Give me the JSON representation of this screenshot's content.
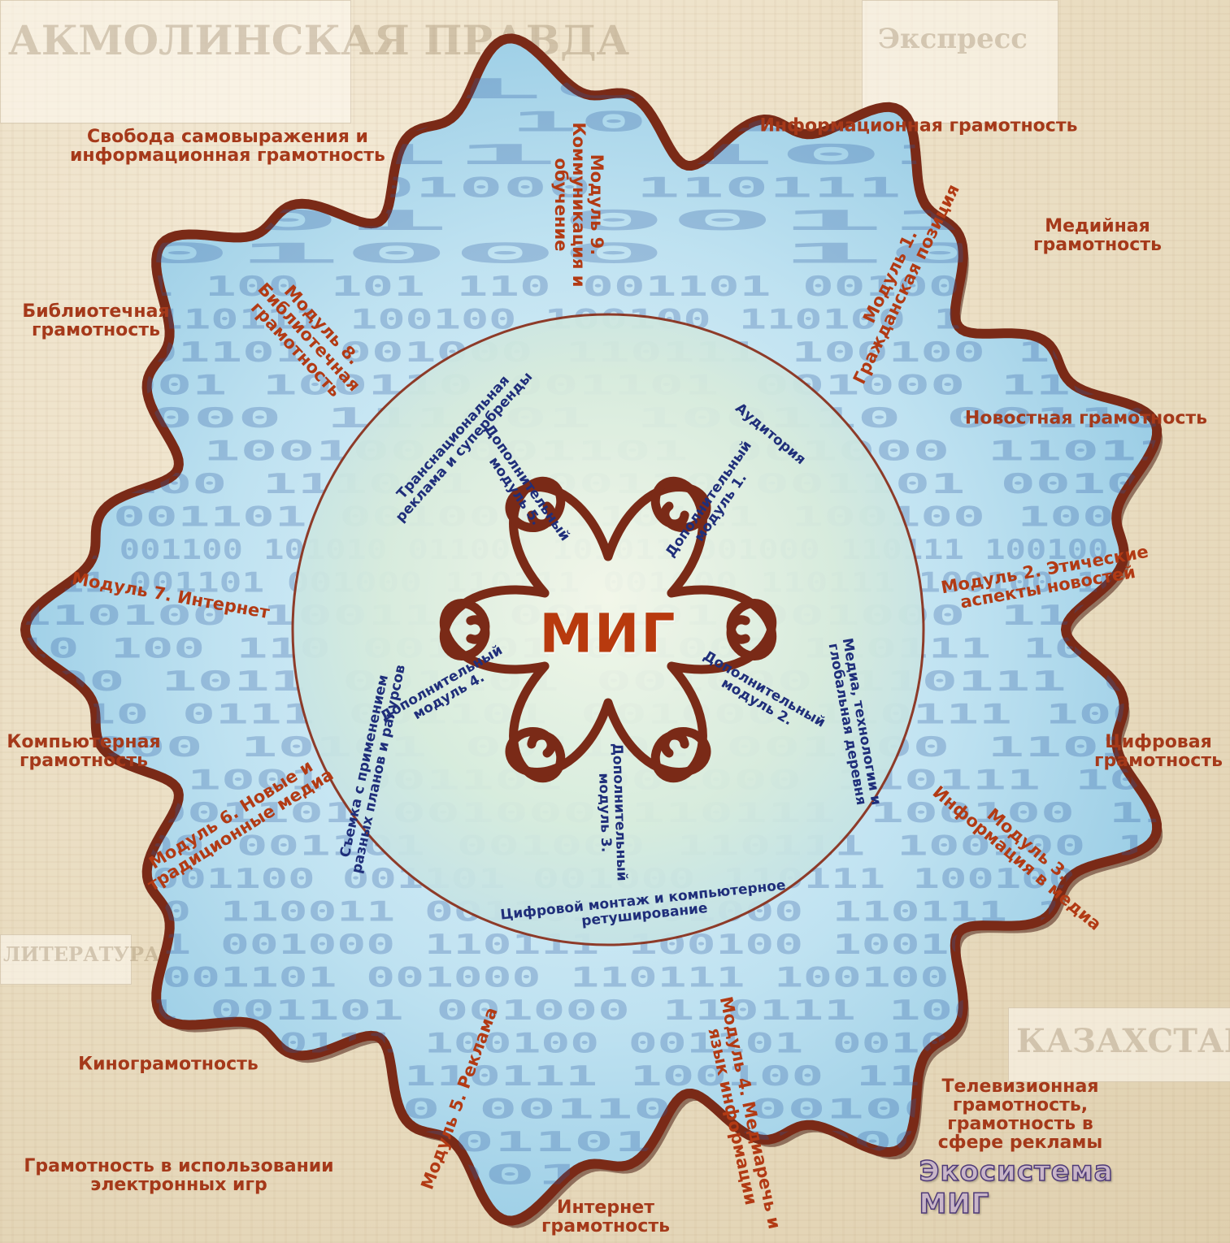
{
  "center": {
    "title": "МИГ"
  },
  "footer": {
    "ecosystem_title": "Экосистема МИГ"
  },
  "background": {
    "newspapers": [
      "АКМОЛИНСКАЯ ПРАВДА",
      "Экспресс",
      "ЛИТЕРАТУРА КАЗАХ",
      "КАЗАХСТАН"
    ]
  },
  "outer_labels": [
    {
      "lines": [
        "Свобода самовыражения и",
        "информационная грамотность"
      ]
    },
    {
      "lines": [
        "Информационная грамотность"
      ]
    },
    {
      "lines": [
        "Медийная",
        "грамотность"
      ]
    },
    {
      "lines": [
        "Библиотечная",
        "грамотность"
      ]
    },
    {
      "lines": [
        "Новостная грамотность"
      ]
    },
    {
      "lines": [
        "Компьютерная",
        "грамотность"
      ]
    },
    {
      "lines": [
        "Цифровая",
        "грамотность"
      ]
    },
    {
      "lines": [
        "Кинограмотность"
      ]
    },
    {
      "lines": [
        "Телевизионная",
        "грамотность,",
        "грамотность в",
        "сфере рекламы"
      ]
    },
    {
      "lines": [
        "Грамотность в использовании",
        "электронных игр"
      ]
    },
    {
      "lines": [
        "Интернет",
        "грамотность"
      ]
    }
  ],
  "modules": [
    {
      "lines": [
        "Модуль 9.",
        "Коммуникация и",
        "обучение"
      ]
    },
    {
      "lines": [
        "Модуль 1.",
        "Гражданская позиция"
      ]
    },
    {
      "lines": [
        "Модуль 8.",
        "Библиотечная",
        "грамотность"
      ]
    },
    {
      "lines": [
        "Модуль 2. Этические",
        "аспекты новостей"
      ]
    },
    {
      "lines": [
        "Модуль 7. Интернет"
      ]
    },
    {
      "lines": [
        "Модуль 3.",
        "Информация в медиа"
      ]
    },
    {
      "lines": [
        "Модуль 6. Новые и",
        "традиционные медиа"
      ]
    },
    {
      "lines": [
        "Модуль 5. Реклама"
      ]
    },
    {
      "lines": [
        "Модуль 4. Медиаречь и",
        "язык информации"
      ]
    }
  ],
  "inner_labels": [
    {
      "lines": [
        "Транснациональная",
        "реклама и супербренды"
      ]
    },
    {
      "lines": [
        "Дополнительный",
        "модуль 5."
      ]
    },
    {
      "lines": [
        "Аудитория"
      ]
    },
    {
      "lines": [
        "Дополнительный",
        "модуль 1."
      ]
    },
    {
      "lines": [
        "Дополнительный",
        "модуль 4."
      ]
    },
    {
      "lines": [
        "Съемка с применением",
        "разных планов и ракурсов"
      ]
    },
    {
      "lines": [
        "Дополнительный",
        "модуль 2."
      ]
    },
    {
      "lines": [
        "Медиа, технологии и",
        "глобальная деревня"
      ]
    },
    {
      "lines": [
        "Дополнительный",
        "модуль 3."
      ]
    },
    {
      "lines": [
        "Цифровой монтаж и компьютерное",
        "ретуширование"
      ]
    }
  ],
  "binary_rows": [
    "00100",
    "10 0011",
    "11 100100",
    "001000 10111 1001",
    "10011 10111",
    "001101 001000 110111 100100",
    "0101 001100",
    "001000 1010",
    "10111 100 101 110 001101 001000 101100",
    "1000 110111 100100 100100 110100 110 001101",
    "10 001101 001000 110111 100100 100100",
    "111001 100110 001101 001000 110111",
    "101000 111001 100110 001101",
    "1101 100100 001101 001000 110111",
    "100100 111001 100110 001101 001000",
    "00 001101 001000 110111 100100 100100",
    "0111 001100 101010 011001 101011 001000 110111 100100 1101",
    "0011 001101 001000 110111 001000 110111 100100 100100",
    "110100 100110 001101 001000 110111",
    "10 100 110 001101 001000 110111 100100",
    "100 1011 001101 001000 110111 001",
    "1010 0111 001101 001000 110111 10010",
    "11000 10101 001101 001000 110111",
    "0111 1001 001101 001000 110111 1001",
    "110 001101 001000 110111 100100 110",
    "100100 001101 001000 110111 100100 100",
    "0101 001100 001101 001000 110111 100100 0110",
    "10 100 110011 001101 001000 110111 100100",
    "001101 001000 110111 100100 100100 110100",
    "1011 001101 001000 110111 100100 100 1001",
    "10111 001101 001000 110111 100100 100",
    "001100 110111 100100 001101 001000 110111",
    "1010 001000 110111 100100 110100 1001",
    "00 1010 110 001101 001000 11011",
    "1001 0110 001101 001000 110111",
    "0101 111001 100110 0011"
  ]
}
